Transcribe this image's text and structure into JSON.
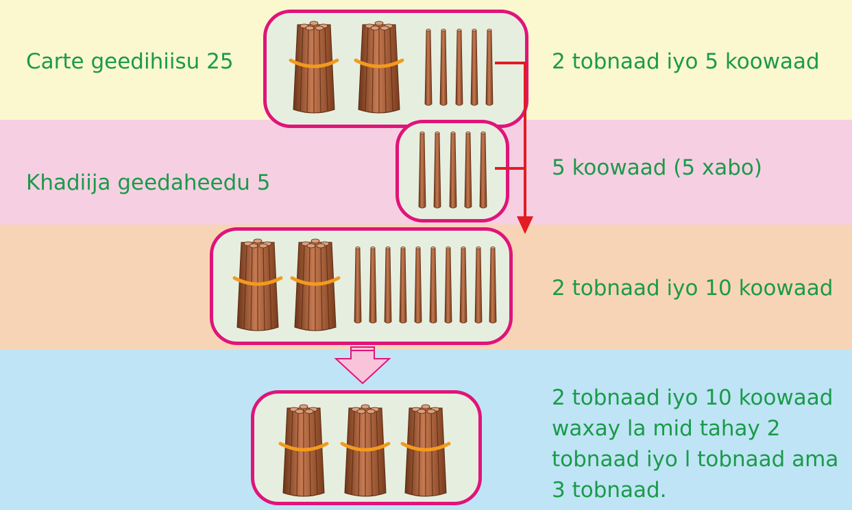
{
  "rows": [
    {
      "left_label": "Carte geedihiisu 25",
      "right_label": "2 tobnaad iyo 5 koowaad"
    },
    {
      "left_label": "Khadiija geedaheedu 5",
      "right_label": "5 koowaad (5 xabo)"
    },
    {
      "left_label": "",
      "right_label": "2 tobnaad iyo 10 koowaad"
    },
    {
      "left_label": "",
      "right_lines": [
        "2 tobnaad iyo 10 koowaad",
        "waxay la mid tahay 2",
        "tobnaad iyo l tobnaad ama",
        "3 tobnaad."
      ]
    }
  ],
  "colors": {
    "band_yellow": "#fbf7cf",
    "band_pink": "#f7cfe2",
    "band_orange": "#f8d4b6",
    "band_blue": "#bfe4f5",
    "text_green": "#1a9a4a",
    "pill_border": "#e0147a",
    "arrow_red": "#e31b23"
  },
  "icons": {
    "bundle": "stick-bundle-icon",
    "stick": "single-stick-icon",
    "arrow": "down-arrow-icon"
  }
}
